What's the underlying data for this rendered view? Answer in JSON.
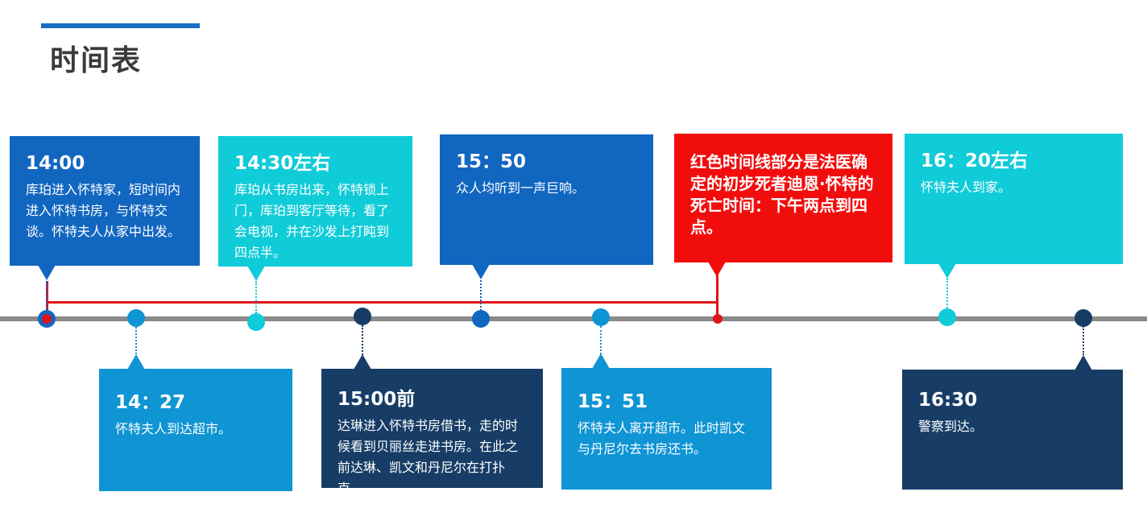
{
  "page": {
    "title": "时间表"
  },
  "colors": {
    "dark_blue": "#1166c0",
    "cyan": "#10cbd8",
    "mid_blue": "#0f94d4",
    "navy": "#173d66",
    "red": "#f20d0d",
    "axis": "#8a8a8a"
  },
  "events": [
    {
      "time": "14:00",
      "text": "库珀进入怀特家，短时间内进入怀特书房，与怀特交谈。怀特夫人从家中出发。"
    },
    {
      "time": "14：27",
      "text": "怀特夫人到达超市。"
    },
    {
      "time": "14:30左右",
      "text": "库珀从书房出来，怀特锁上门，库珀到客厅等待，看了会电视，并在沙发上打盹到四点半。"
    },
    {
      "time": "15:00前",
      "text": "达琳进入怀特书房借书，走的时候看到贝丽丝走进书房。在此之前达琳、凯文和丹尼尔在打扑克。"
    },
    {
      "time": "15：50",
      "text": "众人均听到一声巨响。"
    },
    {
      "time": "15：51",
      "text": "怀特夫人离开超市。此时凯文与丹尼尔去书房还书。"
    },
    {
      "time": "16：20左右",
      "text": "怀特夫人到家。"
    },
    {
      "time": "16:30",
      "text": "警察到达。"
    }
  ],
  "note": {
    "text": "红色时间线部分是法医确定的初步死者迪恩·怀特的死亡时间：下午两点到四点。"
  }
}
